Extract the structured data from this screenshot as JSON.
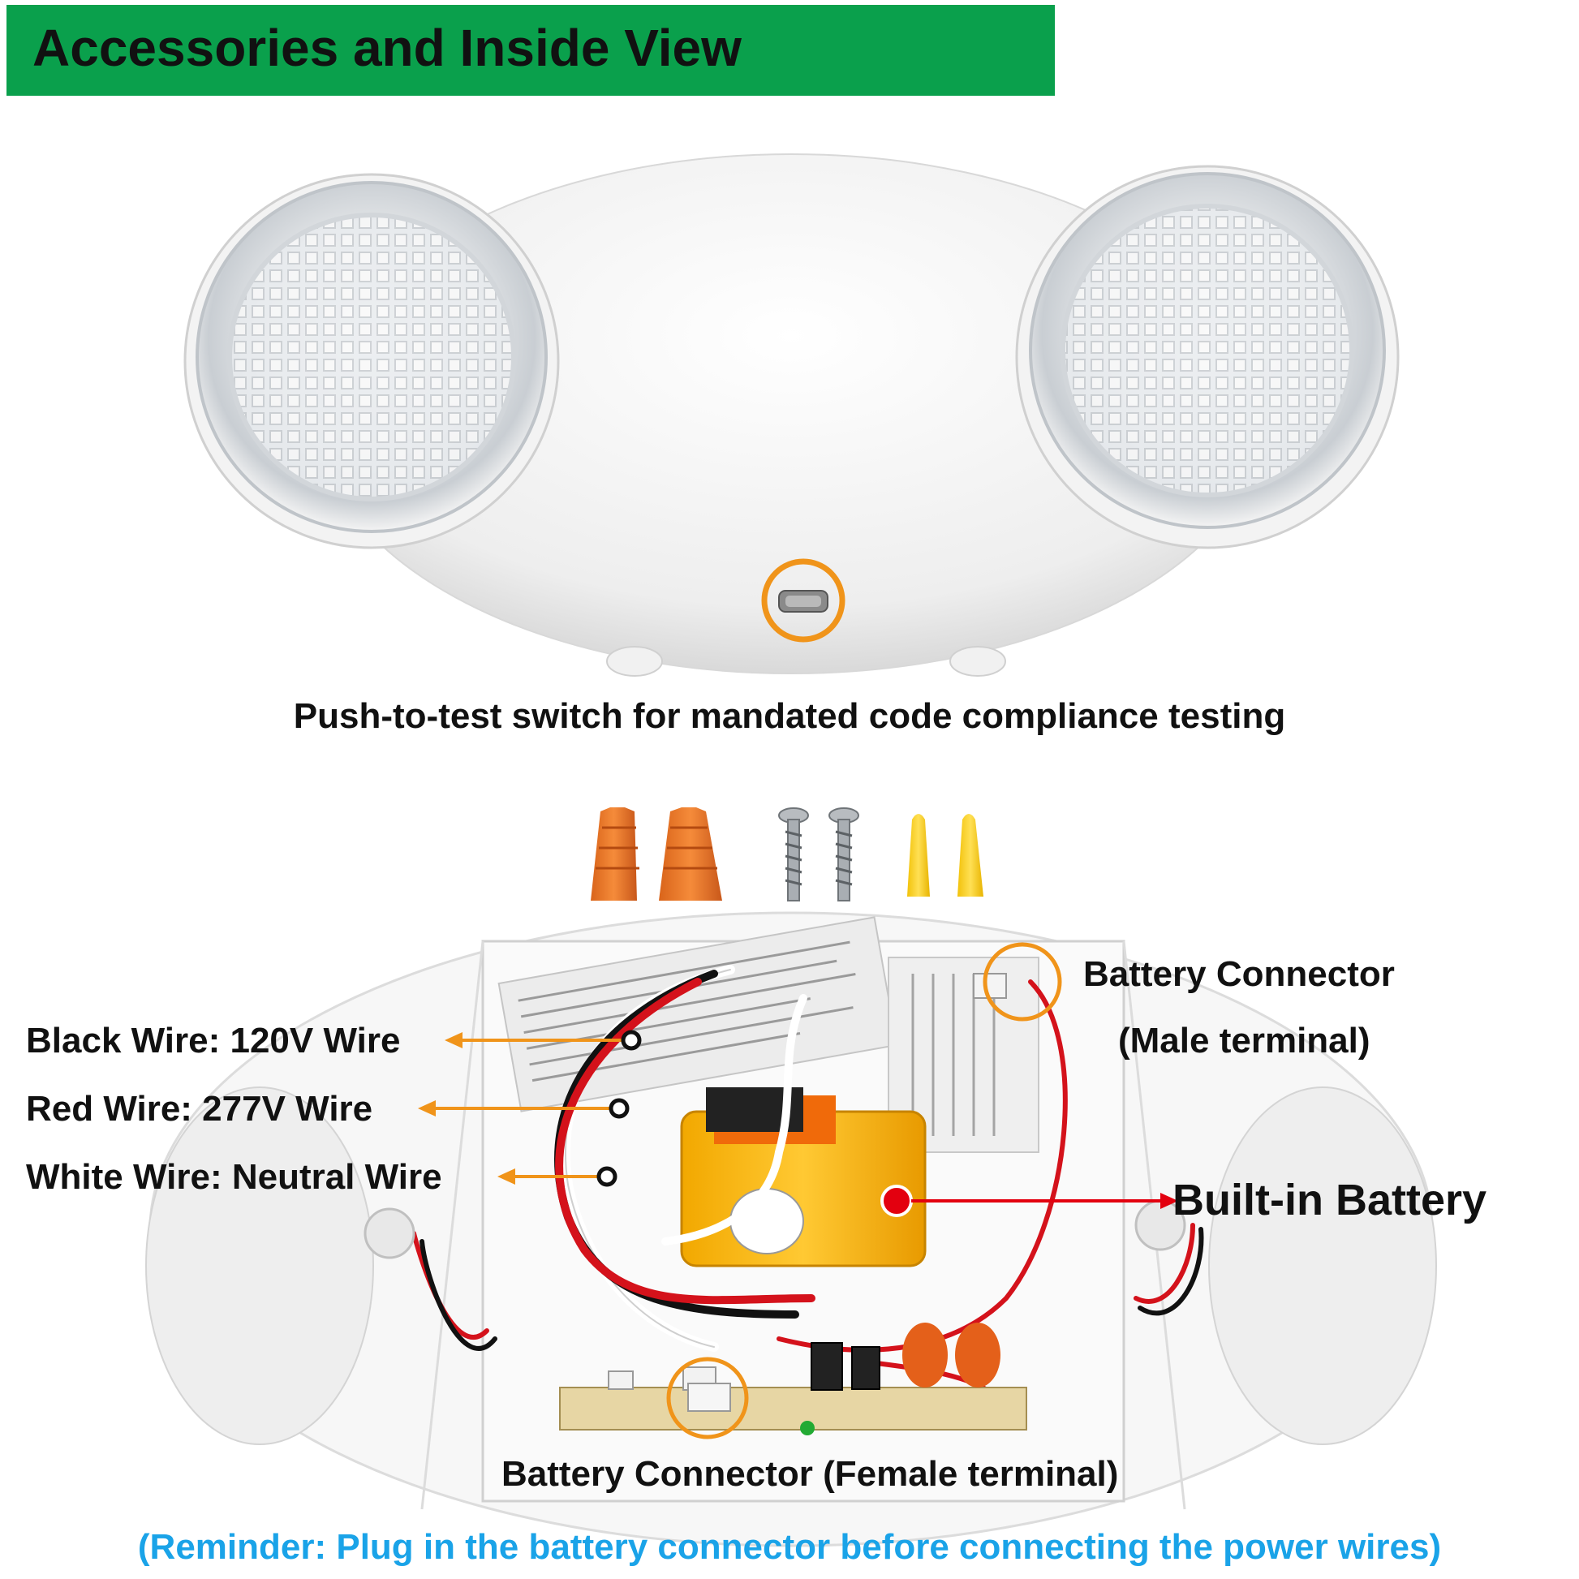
{
  "title": "Accessories and Inside View",
  "push_caption": "Push-to-test switch for mandated code compliance testing",
  "wire_labels": {
    "black": "Black Wire: 120V Wire",
    "red": "Red Wire: 277V Wire",
    "white": "White Wire: Neutral Wire"
  },
  "battery_connector_male": {
    "line1": "Battery Connector",
    "line2": "(Male terminal)"
  },
  "built_in_battery": "Built-in Battery",
  "battery_connector_female": "Battery Connector (Female terminal)",
  "reminder": "(Reminder: Plug in the battery connector before connecting the power wires)",
  "colors": {
    "banner": "#0aa04c",
    "highlight_ring": "#f0941a",
    "reminder_text": "#1aa3e8",
    "battery_marker": "#e3000f"
  },
  "accessories": [
    "wire-nut",
    "wire-nut",
    "screw",
    "screw",
    "wall-anchor",
    "wall-anchor"
  ]
}
